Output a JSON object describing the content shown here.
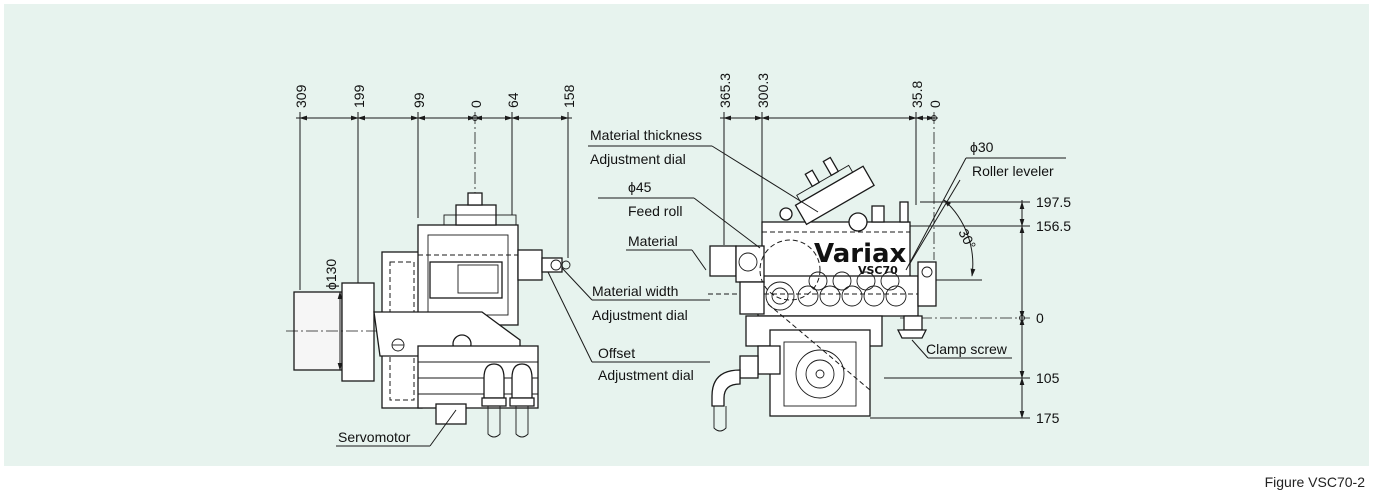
{
  "figure": {
    "caption": "Figure VSC70-2",
    "panel_color": "#e7f3ee"
  },
  "left_view": {
    "dims_top": [
      "309",
      "199",
      "99",
      "0",
      "64",
      "158"
    ],
    "diameter": "ϕ130",
    "labels": {
      "material_width": "Material width",
      "material_width_dial": "Adjustment dial",
      "offset": "Offset",
      "offset_dial": "Adjustment dial",
      "servomotor": "Servomotor"
    }
  },
  "right_view": {
    "dims_top": [
      "365.3",
      "300.3",
      "35.8",
      "0"
    ],
    "dims_right": [
      "197.5",
      "156.5",
      "0",
      "105",
      "175"
    ],
    "angle": "30°",
    "logo_main": "Variax",
    "logo_sub": "VSC70",
    "labels": {
      "material_thickness": "Material thickness",
      "material_thickness_dial": "Adjustment dial",
      "feed_roll_dia": "ϕ45",
      "feed_roll": "Feed roll",
      "material": "Material",
      "roller_dia": "ϕ30",
      "roller_leveler": "Roller leveler",
      "clamp_screw": "Clamp screw"
    }
  }
}
